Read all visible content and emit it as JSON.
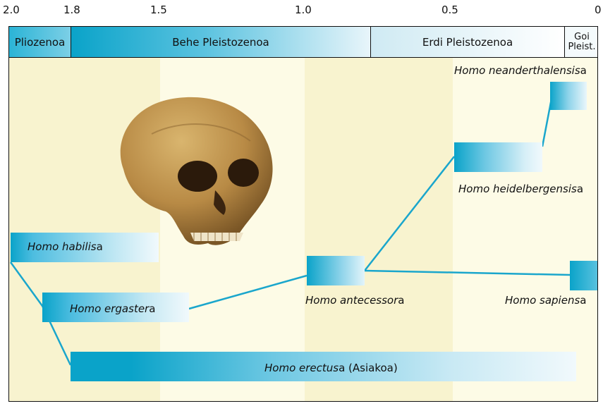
{
  "axis": {
    "ticks": [
      "2.0",
      "1.8",
      "1.5",
      "1.0",
      "0.5",
      "0"
    ]
  },
  "periods": [
    {
      "label": "Pliozenoa"
    },
    {
      "label": "Behe Pleistozenoa"
    },
    {
      "label": "Erdi Pleistozenoa"
    },
    {
      "label_line1": "Goi",
      "label_line2": "Pleist."
    }
  ],
  "species": {
    "habilis": {
      "name": "Homo habilis",
      "suffix": "a"
    },
    "ergaster": {
      "name": "Homo ergaster",
      "suffix": "a"
    },
    "erectus": {
      "name": "Homo erectus",
      "suffix": "a (Asiakoa)"
    },
    "antecessor": {
      "name": "Homo antecessor",
      "suffix": "a"
    },
    "heidelbergensis": {
      "name": "Homo heidelbergensis",
      "suffix": "a"
    },
    "neanderthalensis": {
      "name": "Homo neanderthalensis",
      "suffix": "a"
    },
    "sapiens": {
      "name": "Homo sapiens",
      "suffix": "a"
    }
  },
  "image": {
    "subject": "skull-illustration"
  },
  "colors": {
    "accent": "#0aa3c9",
    "line": "#1aa6cc",
    "band_light": "#fdfbe6",
    "band_dark": "#f8f3cf"
  }
}
